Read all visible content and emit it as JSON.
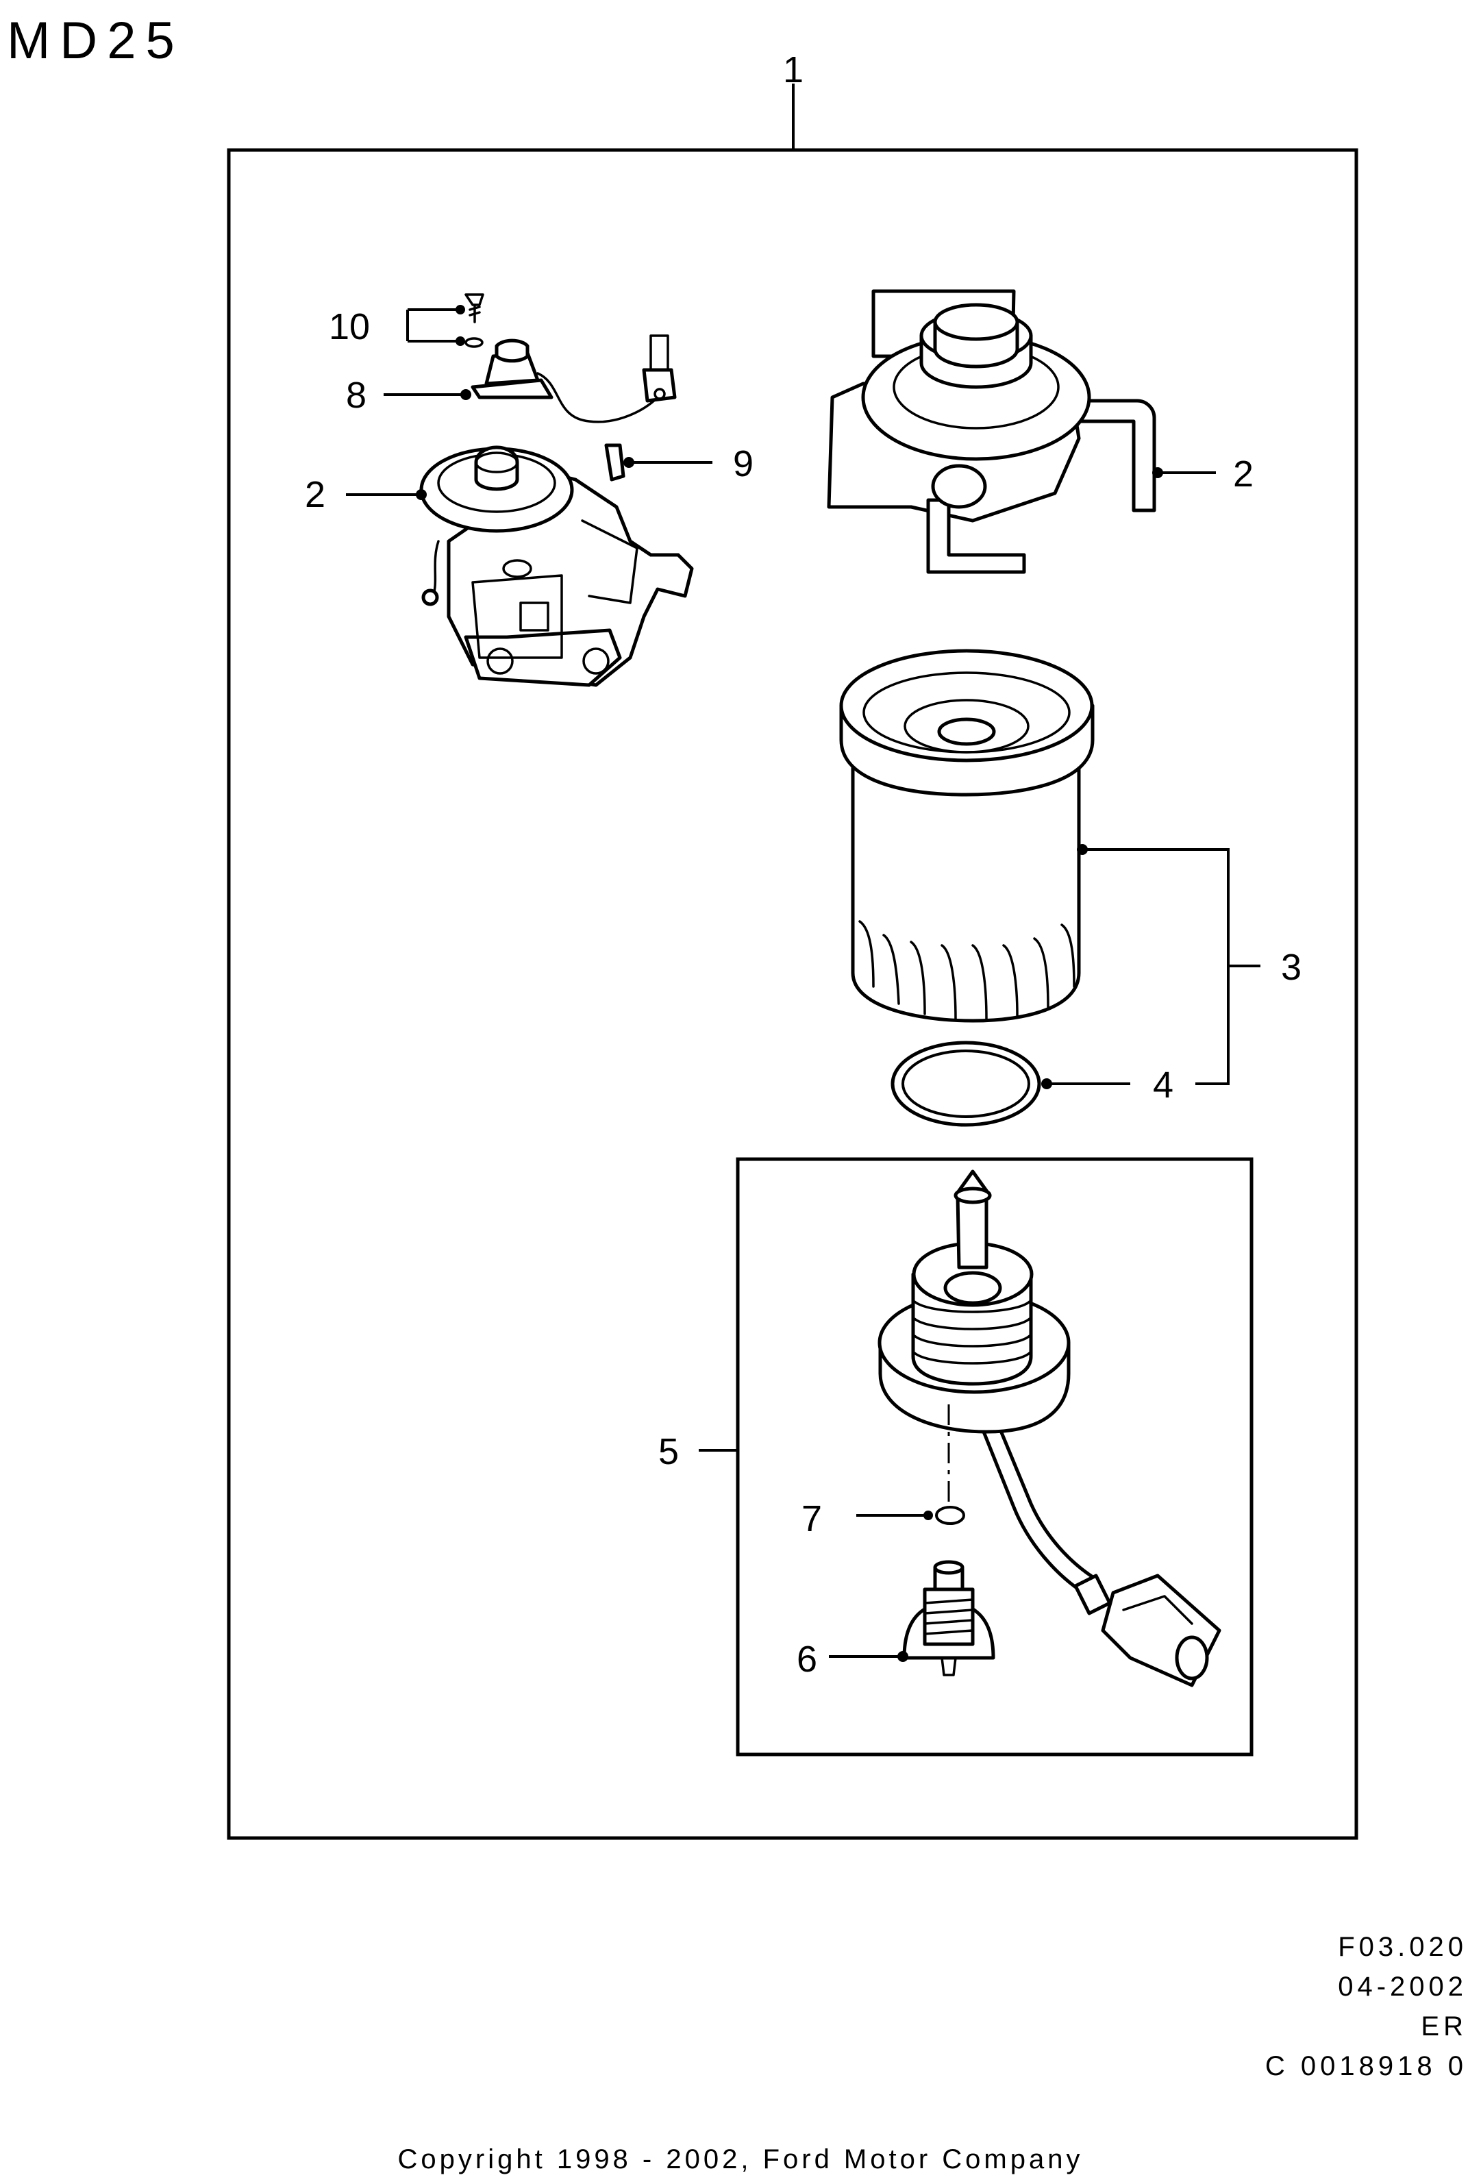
{
  "page_title": "MD25",
  "callouts": {
    "c1": "1",
    "c2a": "2",
    "c2b": "2",
    "c3": "3",
    "c4": "4",
    "c5": "5",
    "c6": "6",
    "c7": "7",
    "c8": "8",
    "c9": "9",
    "c10": "10"
  },
  "reference": {
    "code": "F03.020",
    "date": "04-2002",
    "region": "ER",
    "catalog": "C 0018918 0"
  },
  "copyright": "Copyright 1998 - 2002, Ford Motor Company"
}
